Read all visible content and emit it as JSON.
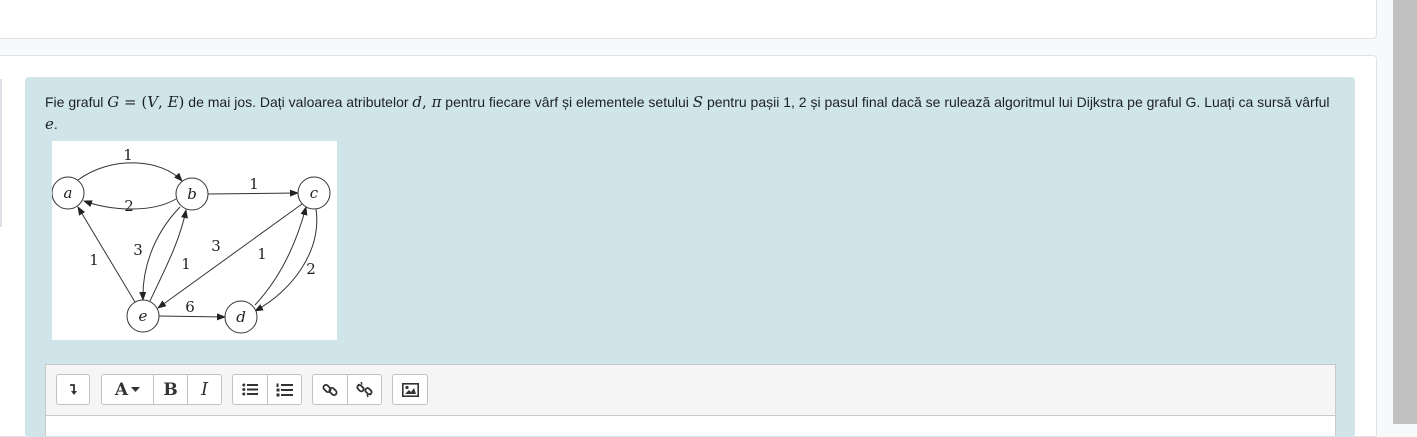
{
  "question": {
    "parts": [
      {
        "t": "Fie graful ",
        "c": "t"
      },
      {
        "t": "G",
        "c": "m"
      },
      {
        "t": " = ",
        "c": "mu"
      },
      {
        "t": "(",
        "c": "mu"
      },
      {
        "t": "V",
        "c": "m"
      },
      {
        "t": ", ",
        "c": "mu"
      },
      {
        "t": "E",
        "c": "m"
      },
      {
        "t": ")",
        "c": "mu"
      },
      {
        "t": " de mai jos. Dați valoarea atributelor ",
        "c": "t"
      },
      {
        "t": "d",
        "c": "m"
      },
      {
        "t": ", ",
        "c": "mu"
      },
      {
        "t": "π",
        "c": "m"
      },
      {
        "t": " pentru fiecare vârf și elementele setului ",
        "c": "t"
      },
      {
        "t": "S",
        "c": "m"
      },
      {
        "t": " pentru pașii 1, 2 și pasul final dacă se rulează algoritmul lui Dijkstra pe graful G. Luați ca sursă vârful ",
        "c": "t"
      },
      {
        "t": "e",
        "c": "m"
      },
      {
        "t": ".",
        "c": "t"
      }
    ]
  },
  "graph": {
    "nodes": [
      {
        "id": "a",
        "label": "a"
      },
      {
        "id": "b",
        "label": "b"
      },
      {
        "id": "c",
        "label": "c"
      },
      {
        "id": "d",
        "label": "d"
      },
      {
        "id": "e",
        "label": "e"
      }
    ],
    "edges": [
      {
        "from": "a",
        "to": "b",
        "weight": "1"
      },
      {
        "from": "b",
        "to": "a",
        "weight": "2"
      },
      {
        "from": "b",
        "to": "c",
        "weight": "1"
      },
      {
        "from": "e",
        "to": "a",
        "weight": "1"
      },
      {
        "from": "b",
        "to": "e",
        "weight": "3"
      },
      {
        "from": "e",
        "to": "b",
        "weight": "1"
      },
      {
        "from": "c",
        "to": "e",
        "weight": "3"
      },
      {
        "from": "d",
        "to": "c",
        "weight": "1"
      },
      {
        "from": "c",
        "to": "d",
        "weight": "2"
      },
      {
        "from": "e",
        "to": "d",
        "weight": "6"
      }
    ]
  },
  "toolbar": {
    "buttons": [
      {
        "name": "toggle-toolbar-button",
        "icon": "toggle-arrow-icon"
      },
      {
        "name": "font-style-button",
        "icon": "font-a-icon",
        "label": "A"
      },
      {
        "name": "bold-button",
        "icon": "bold-icon",
        "label": "B"
      },
      {
        "name": "italic-button",
        "icon": "italic-icon",
        "label": "I"
      },
      {
        "name": "unordered-list-button",
        "icon": "bullet-list-icon"
      },
      {
        "name": "ordered-list-button",
        "icon": "numbered-list-icon"
      },
      {
        "name": "link-button",
        "icon": "link-icon"
      },
      {
        "name": "unlink-button",
        "icon": "unlink-icon"
      },
      {
        "name": "image-button",
        "icon": "image-icon"
      }
    ]
  }
}
